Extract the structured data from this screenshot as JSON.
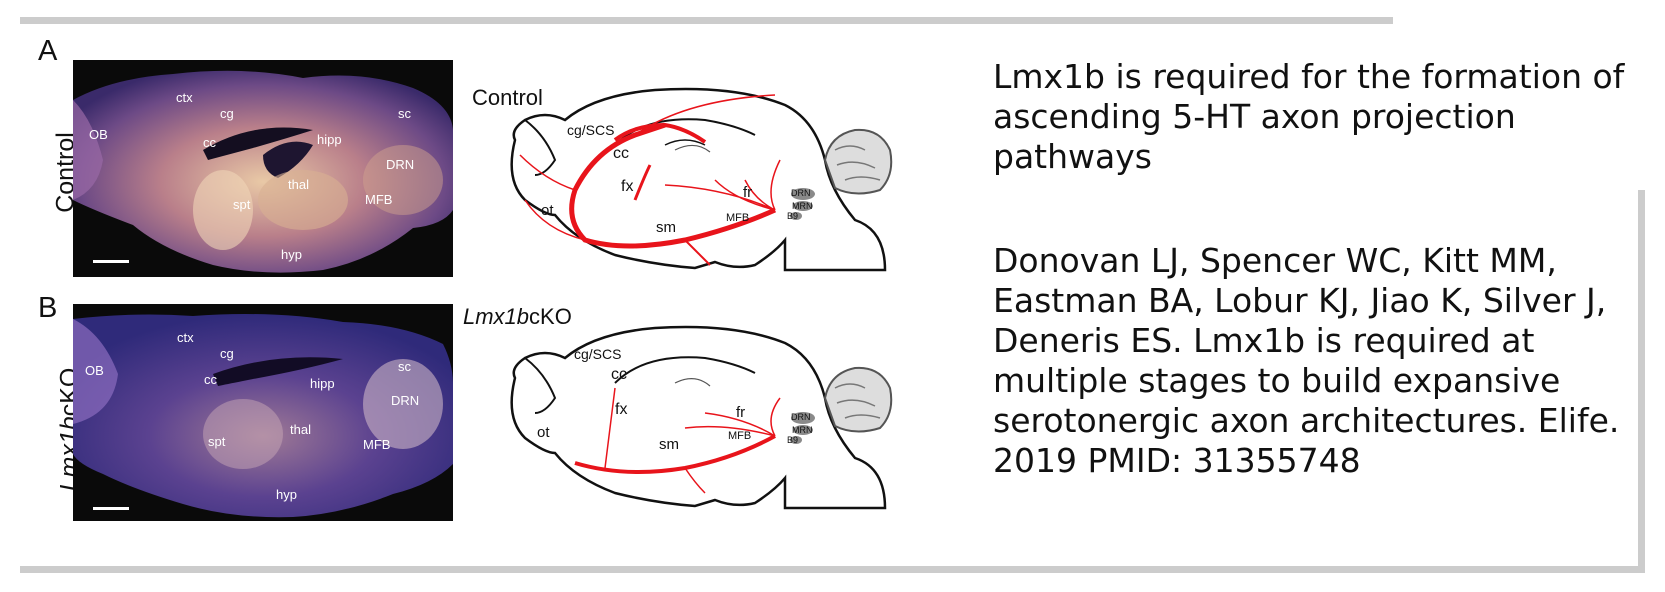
{
  "panels": {
    "a_letter": "A",
    "b_letter": "B",
    "a_side_label": "Control",
    "b_side_label_italic": "Lmx1b",
    "b_side_label_rest": "cKO"
  },
  "section_labels_a": {
    "ob": "OB",
    "ctx": "ctx",
    "cg": "cg",
    "cc": "cc",
    "hipp": "hipp",
    "sc": "sc",
    "drn": "DRN",
    "thal": "thal",
    "mfb": "MFB",
    "spt": "spt",
    "hyp": "hyp"
  },
  "section_labels_b": {
    "ob": "OB",
    "ctx": "ctx",
    "cg": "cg",
    "cc": "cc",
    "hipp": "hipp",
    "sc": "sc",
    "drn": "DRN",
    "thal": "thal",
    "mfb": "MFB",
    "spt": "spt",
    "hyp": "hyp"
  },
  "diagram_a": {
    "title": "Control",
    "cg_scs": "cg/SCS",
    "cc": "cc",
    "fx": "fx",
    "fr": "fr",
    "ot": "ot",
    "sm": "sm",
    "mfb": "MFB",
    "drn": "DRN",
    "mrn": "MRN",
    "b9": "B9"
  },
  "diagram_b": {
    "title_italic": "Lmx1b",
    "title_rest": "cKO",
    "cg_scs": "cg/SCS",
    "cc": "cc",
    "fx": "fx",
    "fr": "fr",
    "ot": "ot",
    "sm": "sm",
    "mfb": "MFB",
    "drn": "DRN",
    "mrn": "MRN",
    "b9": "B9"
  },
  "text": {
    "title": "Lmx1b is required for the formation of ascending 5-HT axon projection pathways",
    "citation": "Donovan LJ, Spencer WC, Kitt MM, Eastman BA, Lobur KJ, Jiao K, Silver J, Deneris ES. Lmx1b is required at multiple stages to build expansive serotonergic axon architectures. Elife. 2019 PMID: 31355748"
  },
  "colors": {
    "frame": "#cccccc",
    "axon_red": "#e8141b",
    "nucleus_gray": "#8a8a8a",
    "section_bg": "#0a0a0a"
  }
}
